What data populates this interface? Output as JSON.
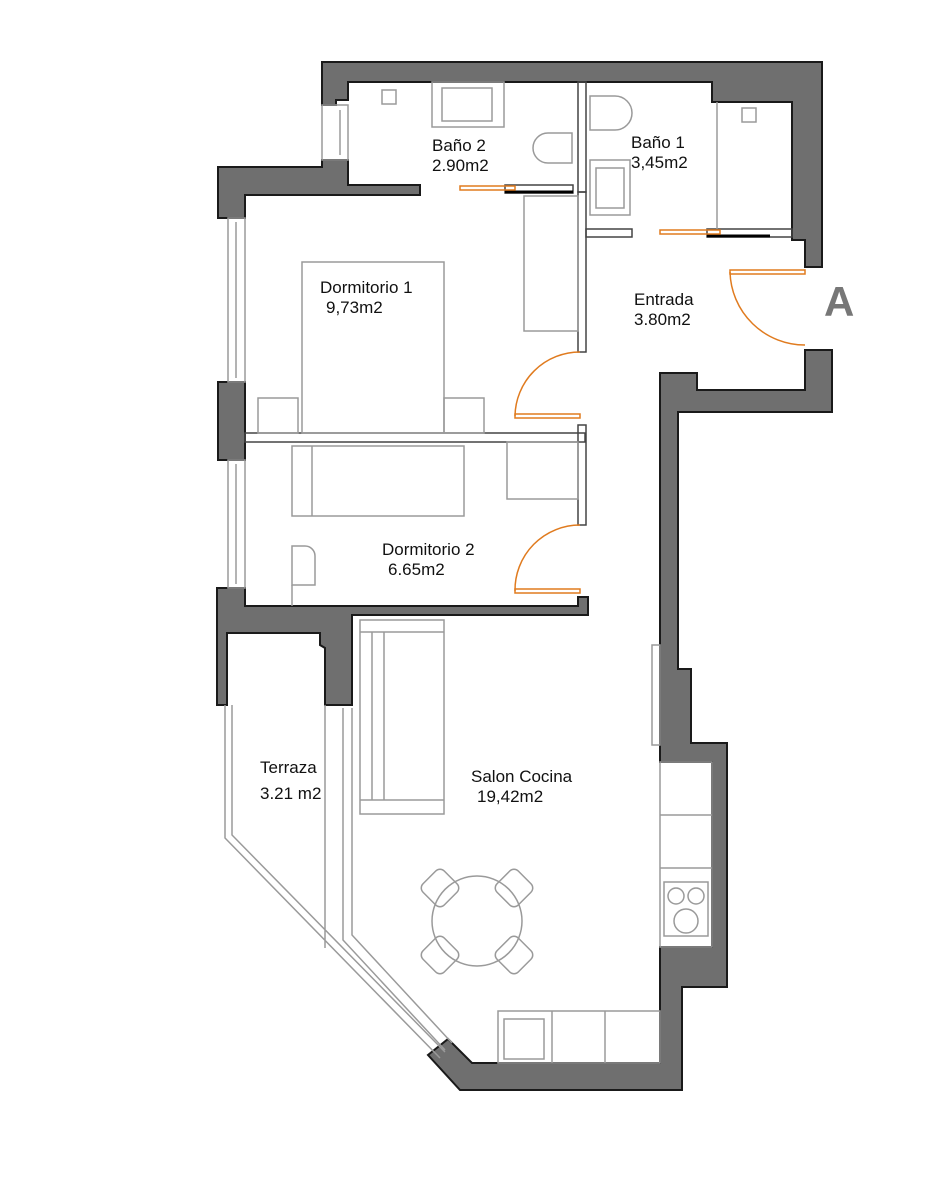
{
  "plan": {
    "marker": "A",
    "rooms": [
      {
        "name": "Baño 2",
        "area": "2.90m2"
      },
      {
        "name": "Baño 1",
        "area": "3,45m2"
      },
      {
        "name": "Dormitorio 1",
        "area": "9,73m2"
      },
      {
        "name": "Entrada",
        "area": "3.80m2"
      },
      {
        "name": "Dormitorio 2",
        "area": "6.65m2"
      },
      {
        "name": "Terraza",
        "area": "3.21 m2"
      },
      {
        "name": "Salon Cocina",
        "area": "19,42m2"
      }
    ],
    "colors": {
      "wall": "#6f6f6f",
      "door": "#e07b1f",
      "furniture": "#9a9a9a"
    }
  }
}
